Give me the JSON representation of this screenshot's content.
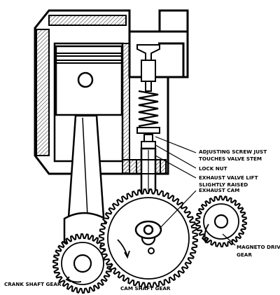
{
  "labels": {
    "adjusting_screw_1": "ADJUSTING SCREW JUST",
    "adjusting_screw_2": "TOUCHES VALVE STEM",
    "lock_nut": "LOCK NUT",
    "exhaust_valve_1": "EXHAUST VALVE LIFT",
    "exhaust_valve_2": "SLIGHTLY RAISED",
    "exhaust_cam": "EXHAUST CAM",
    "magneto_1": "MAGNETO DRIVE",
    "magneto_2": "GEAR",
    "crank_shaft_gear": "CRANK SHAFT GEAR",
    "cam_shaft_gear": "CAM SHAFT GEAR"
  },
  "colors": {
    "ink": "#000000",
    "paper": "#ffffff",
    "hatch": "#555555"
  }
}
